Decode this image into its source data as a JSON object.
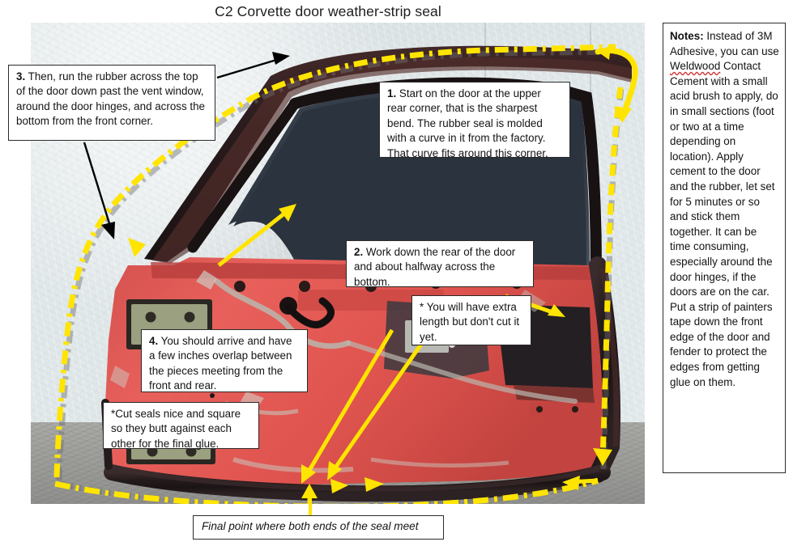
{
  "title": "C2 Corvette door weather-strip seal",
  "callouts": {
    "step3": "3. Then, run the rubber across the top of the door down past the vent window, around the door hinges, and across the bottom from the front corner.",
    "step3_num": "3.",
    "step3_body": " Then, run the rubber across the top of the door down past the vent window, around the door hinges, and across the bottom from the front corner.",
    "step1_num": "1.",
    "step1_body": " Start on the door at the upper rear corner,  that is the sharpest bend. The rubber seal is molded with a curve in it from the factory. That curve fits around this corner.",
    "step2_num": "2.",
    "step2_body": " Work down the rear of the door and about halfway across the bottom.",
    "extra_length": "* You will have extra length but don't cut it yet.",
    "step4_num": "4.",
    "step4_body": " You should arrive and have a few inches overlap between the pieces meeting from the front and rear.",
    "cut_seals": "*Cut seals nice and square so they butt against each other for the final glue.",
    "final_point": "Final point where both ends of the seal meet"
  },
  "notes": {
    "label": "Notes:",
    "part1": " Instead of 3M Adhesive, you can use ",
    "misspelled_word": "Weldwood",
    "part2": " Contact Cement with a small acid brush to apply, do in small sections (foot or two at a time depending on location). Apply cement to the door and the rubber, let set for 5 minutes or so and stick them together. It can be time consuming, especially around the door hinges, if the doors are on the car. Put a strip of painters tape down the front edge of the door and fender to protect the edges from getting glue on them."
  },
  "colors": {
    "seal_path": "#ffe500",
    "arrow_yellow": "#ffe400",
    "arrow_black": "#000000",
    "door_paint": "#e0534f",
    "door_rubber": "#241b1c",
    "wall": "#e2e9ea",
    "ground": "#a1a19e",
    "box_border": "#2b2b2b",
    "spellcheck": "#d03030"
  },
  "icons": {
    "seal_line": "yellow-dash-dot-seal-path",
    "pointer_black": "black-arrow-icon",
    "pointer_yellow": "yellow-arrow-icon",
    "curved_arrow": "curved-yellow-arrow-icon"
  }
}
